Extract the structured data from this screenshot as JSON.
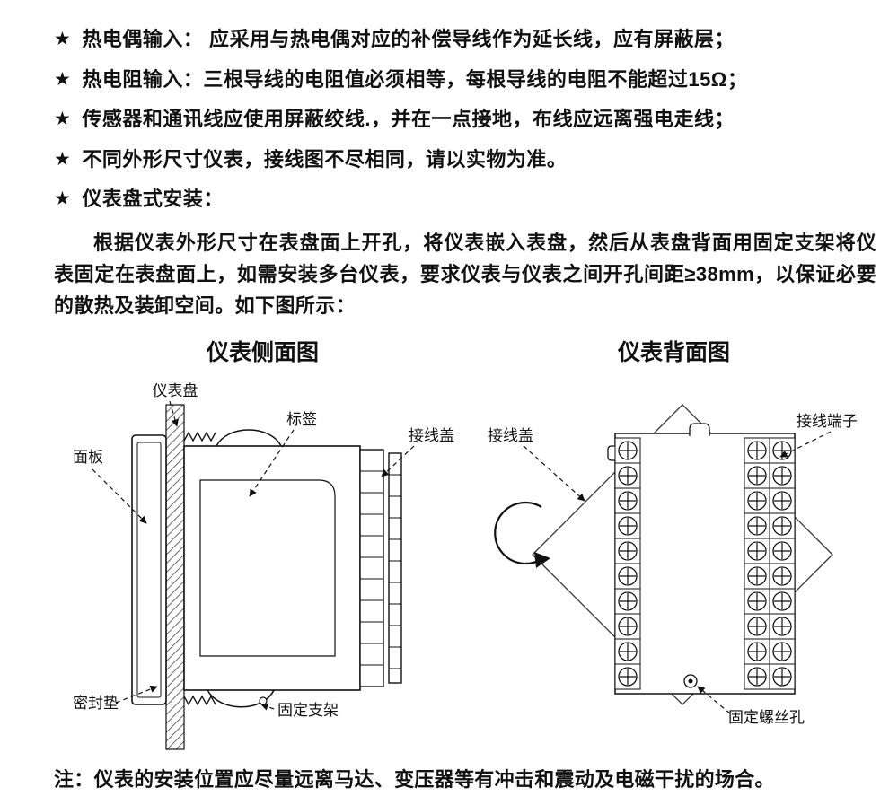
{
  "bullets": [
    {
      "marker": "★",
      "text": "热电偶输入： 应采用与热电偶对应的补偿导线作为延长线，应有屏蔽层；"
    },
    {
      "marker": "★",
      "text": "热电阻输入：三根导线的电阻值必须相等，每根导线的电阻不能超过15Ω；"
    },
    {
      "marker": "★",
      "text": "传感器和通讯线应使用屏蔽绞线.，并在一点接地，布线应远离强电走线；"
    },
    {
      "marker": "★",
      "text": "不同外形尺寸仪表，接线图不尽相同，请以实物为准。"
    },
    {
      "marker": "★",
      "text": "仪表盘式安装："
    }
  ],
  "paragraph": "根据仪表外形尺寸在表盘面上开孔，将仪表嵌入表盘，然后从表盘背面用固定支架将仪表固定在表盘面上，如需安装多台仪表，要求仪表与仪表之间开孔间距≥38mm，以保证必要的散热及装卸空间。如下图所示：",
  "figures": {
    "side": {
      "title": "仪表侧面图",
      "labels": {
        "panel_board": "仪表盘",
        "front_panel": "面板",
        "tag": "标签",
        "terminal_cover": "接线盖",
        "seal_gasket": "密封垫",
        "fixing_bracket": "固定支架"
      }
    },
    "back": {
      "title": "仪表背面图",
      "labels": {
        "terminal_cover": "接线盖",
        "terminal_block": "接线端子",
        "screw_hole": "固定螺丝孔"
      }
    }
  },
  "note": "注：仪表的安装位置应尽量远离马达、变压器等有冲击和震动及电磁干扰的场合。"
}
